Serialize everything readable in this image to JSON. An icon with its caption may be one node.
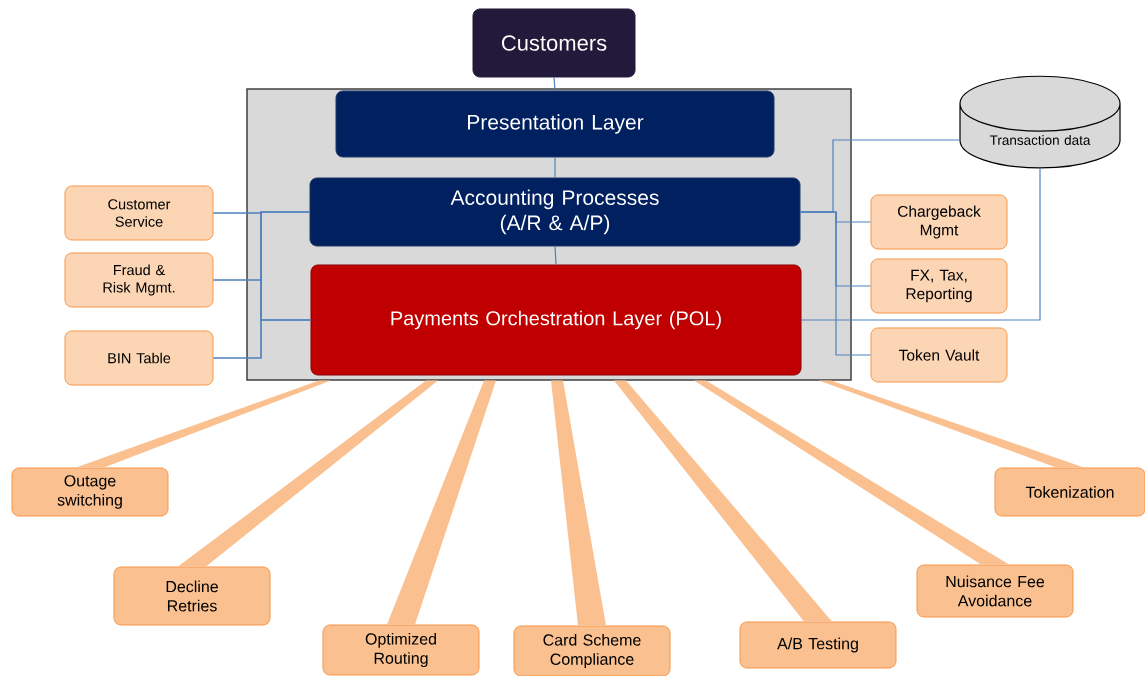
{
  "diagram": {
    "nodes": [
      {
        "text": [
          "Customers"
        ]
      },
      {
        "text": [],
        "shape": "box"
      },
      {
        "text": [
          "Presentation Layer"
        ],
        "in": 1
      },
      {
        "text": [
          "Accounting Processes (A/R & A/P)"
        ],
        "in": 1
      },
      {
        "text": [
          "Payments Orchestration Layer (POL)"
        ],
        "in": 1
      },
      {
        "text": [
          "Customer Service"
        ]
      },
      {
        "text": [
          "Fraud & Risk Mgmt."
        ]
      },
      {
        "text": [
          "BIN Table"
        ]
      },
      {
        "text": [
          "Transaction data"
        ]
      },
      {
        "text": [
          "Chargeback Mgmt"
        ]
      },
      {
        "text": [
          "FX, Tax, Reporting"
        ]
      },
      {
        "text": [
          "Token Vault"
        ]
      },
      {
        "text": [
          "Outage switching"
        ]
      },
      {
        "text": [
          "Decline Retries"
        ]
      },
      {
        "text": [
          "Optimized Routing"
        ]
      },
      {
        "text": [
          "Card Scheme Compliance"
        ]
      },
      {
        "text": [
          "A/B Testing"
        ]
      },
      {
        "text": [
          "Nuisance Fee Avoidance"
        ]
      },
      {
        "text": [
          "Tokenization"
        ]
      }
    ],
    "edges": [
      {
        "from": 0,
        "to": 2,
        "arrow": "none"
      },
      {
        "from": 2,
        "to": 3,
        "arrow": "none"
      },
      {
        "from": 3,
        "to": 4,
        "arrow": "none"
      },
      {
        "from": 5,
        "to": 3,
        "arrow": "none"
      },
      {
        "from": 5,
        "to": 4,
        "arrow": "none"
      },
      {
        "from": 6,
        "to": 3,
        "arrow": "none"
      },
      {
        "from": 6,
        "to": 4,
        "arrow": "none"
      },
      {
        "from": 7,
        "to": 3,
        "arrow": "none"
      },
      {
        "from": 7,
        "to": 4,
        "arrow": "none"
      },
      {
        "from": 3,
        "to": 8,
        "arrow": "none"
      },
      {
        "from": 3,
        "to": 9,
        "arrow": "none"
      },
      {
        "from": 3,
        "to": 10,
        "arrow": "none"
      },
      {
        "from": 3,
        "to": 11,
        "arrow": "none"
      },
      {
        "from": 4,
        "to": 8,
        "arrow": "none"
      },
      {
        "from": 4,
        "to": 12,
        "arrow": "none",
        "style": "thick",
        "color": "#fac090"
      },
      {
        "from": 4,
        "to": 13,
        "arrow": "none",
        "style": "thick",
        "color": "#fac090"
      },
      {
        "from": 4,
        "to": 14,
        "arrow": "none",
        "style": "thick",
        "color": "#fac090"
      },
      {
        "from": 4,
        "to": 15,
        "arrow": "none",
        "style": "thick",
        "color": "#fac090"
      },
      {
        "from": 4,
        "to": 16,
        "arrow": "none",
        "style": "thick",
        "color": "#fac090"
      },
      {
        "from": 4,
        "to": 17,
        "arrow": "none",
        "style": "thick",
        "color": "#fac090"
      },
      {
        "from": 4,
        "to": 18,
        "arrow": "none",
        "style": "thick",
        "color": "#fac090"
      }
    ]
  }
}
